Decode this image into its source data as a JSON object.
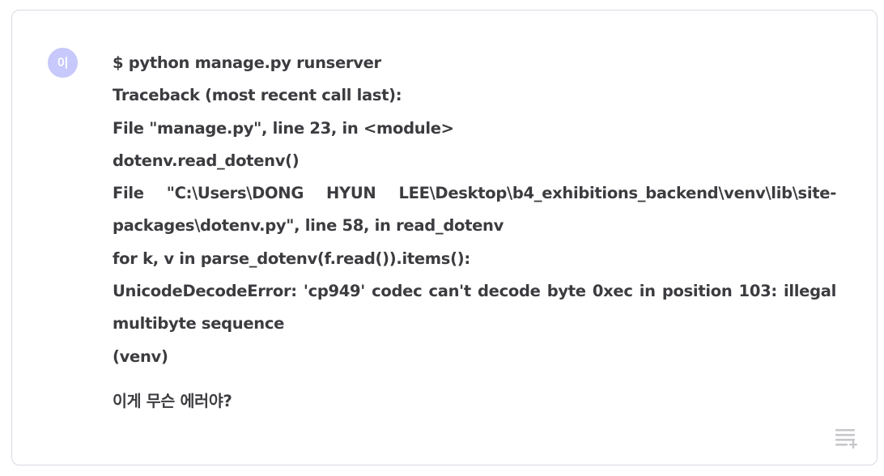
{
  "avatar": {
    "initial": "이"
  },
  "message": {
    "lines": [
      "$ python manage.py runserver",
      "Traceback (most recent call last):",
      "File \"manage.py\", line 23, in <module>",
      "dotenv.read_dotenv()",
      "File \"C:\\Users\\DONG HYUN LEE\\Desktop\\b4_exhibitions_backend\\venv\\lib\\site-",
      "packages\\dotenv.py\", line 58, in read_dotenv",
      "for k, v in parse_dotenv(f.read()).items():",
      "UnicodeDecodeError: 'cp949' codec can't decode byte 0xec in position 103: illegal",
      "multibyte sequence",
      "(venv)"
    ],
    "question": "이게 무슨 에러야?"
  },
  "actions": {
    "edit_icon": "playlist-add-icon"
  },
  "colors": {
    "avatar_bg": "#c7c8fb",
    "text": "#3c3c40",
    "border": "#d9d9e3",
    "icon": "#c7c7cc"
  }
}
